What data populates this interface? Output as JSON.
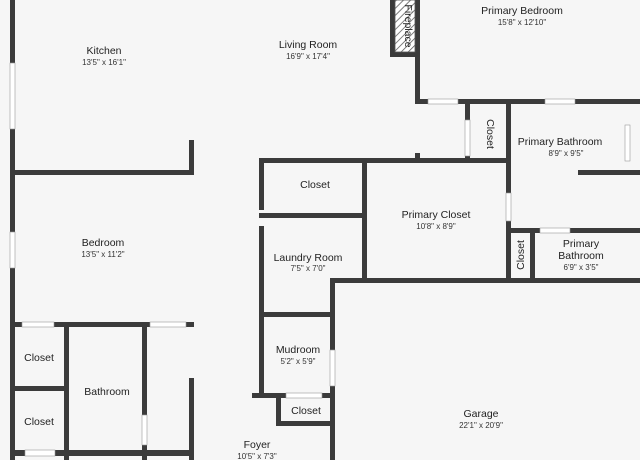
{
  "rooms": {
    "kitchen": {
      "name": "Kitchen",
      "dims": "13'5\" x 16'1\""
    },
    "living_room": {
      "name": "Living Room",
      "dims": "16'9\" x 17'4\""
    },
    "fireplace": {
      "name": "Fireplace"
    },
    "primary_bedroom": {
      "name": "Primary Bedroom",
      "dims": "15'8\" x 12'10\""
    },
    "closet_pb": {
      "name": "Closet"
    },
    "primary_bathroom_1": {
      "name": "Primary Bathroom",
      "dims": "8'9\" x 9'5\""
    },
    "closet_top": {
      "name": "Closet"
    },
    "primary_closet": {
      "name": "Primary Closet",
      "dims": "10'8\" x 8'9\""
    },
    "laundry_room": {
      "name": "Laundry Room",
      "dims": "7'5\" x 7'0\""
    },
    "closet_small": {
      "name": "Closet"
    },
    "primary_bathroom_2": {
      "name_line1": "Primary",
      "name_line2": "Bathroom",
      "dims": "6'9\" x 3'5\""
    },
    "bedroom": {
      "name": "Bedroom",
      "dims": "13'5\" x 11'2\""
    },
    "mudroom": {
      "name": "Mudroom",
      "dims": "5'2\" x 5'9\""
    },
    "closet_mud": {
      "name": "Closet"
    },
    "garage": {
      "name": "Garage",
      "dims": "22'1\" x 20'9\""
    },
    "closet_left_1": {
      "name": "Closet"
    },
    "closet_left_2": {
      "name": "Closet"
    },
    "bathroom": {
      "name": "Bathroom"
    },
    "foyer": {
      "name": "Foyer",
      "dims": "10'5\" x 7'3\""
    }
  },
  "colors": {
    "background": "#f6f6f6",
    "wall": "#3b3b3b",
    "window": "#ffffff"
  }
}
